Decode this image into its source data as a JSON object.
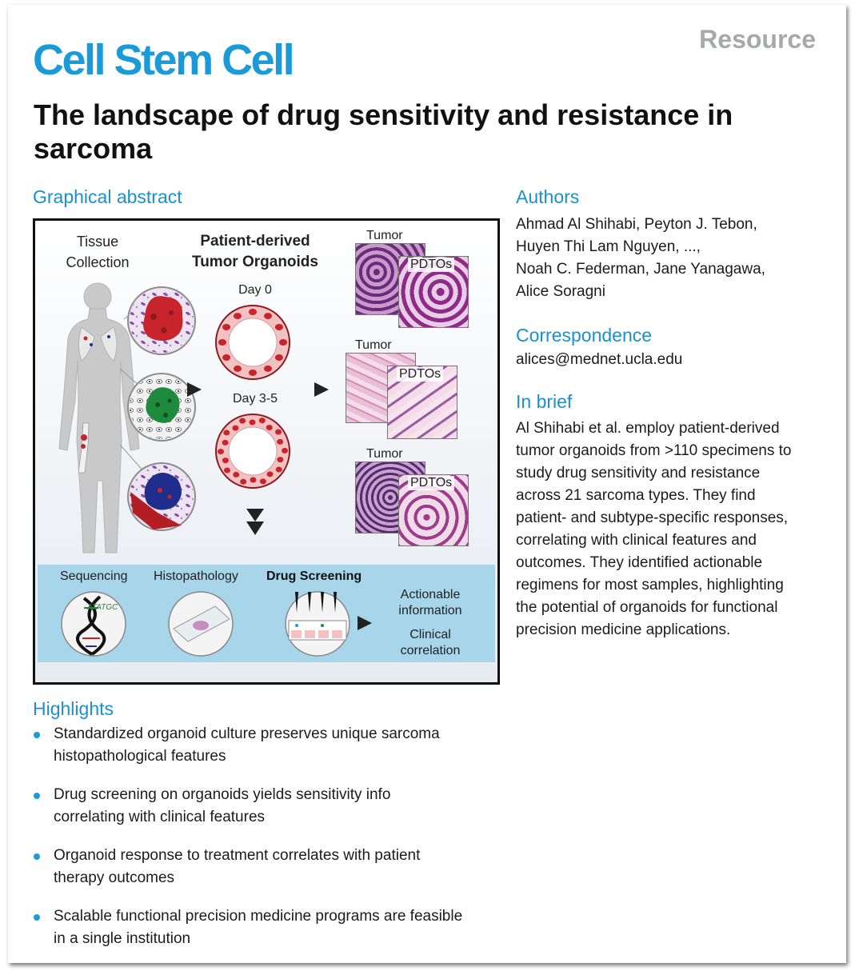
{
  "journal": "Cell Stem Cell",
  "article_type": "Resource",
  "title": "The landscape of drug sensitivity and resistance in sarcoma",
  "graphical_abstract": {
    "heading": "Graphical abstract",
    "tissue_line1": "Tissue",
    "tissue_line2": "Collection",
    "pdto_line1": "Patient-derived",
    "pdto_line2": "Tumor Organoids",
    "day0": "Day 0",
    "day35": "Day 3-5",
    "tumor": "Tumor",
    "pdtos": "PDTOs",
    "sequencing": "Sequencing",
    "histopathology": "Histopathology",
    "drug_screening": "Drug Screening",
    "dna_seq": "ATATGC",
    "actionable1": "Actionable",
    "actionable2": "information",
    "clinical1": "Clinical",
    "clinical2": "correlation"
  },
  "authors": {
    "heading": "Authors",
    "lines": [
      "Ahmad Al Shihabi, Peyton J. Tebon,",
      "Huyen Thi Lam Nguyen, ...,",
      "Noah C. Federman, Jane Yanagawa,",
      "Alice Soragni"
    ]
  },
  "correspondence": {
    "heading": "Correspondence",
    "email": "alices@mednet.ucla.edu"
  },
  "in_brief": {
    "heading": "In brief",
    "lines": [
      "Al Shihabi et al. employ patient-derived",
      "tumor organoids from >110 specimens to",
      "study drug sensitivity and resistance",
      "across 21 sarcoma types. They find",
      "patient- and subtype-specific responses,",
      "correlating with clinical features and",
      "outcomes. They identified actionable",
      "regimens for most samples, highlighting",
      "the potential of organoids for functional",
      "precision medicine applications."
    ]
  },
  "highlights": {
    "heading": "Highlights",
    "items": [
      {
        "line1": "Standardized organoid culture preserves unique sarcoma",
        "line2": "histopathological features"
      },
      {
        "line1": "Drug screening on organoids yields sensitivity info",
        "line2": "correlating with clinical features"
      },
      {
        "line1": "Organoid response to treatment correlates with patient",
        "line2": "therapy outcomes"
      },
      {
        "line1": "Scalable functional precision medicine programs are feasible",
        "line2": "in a single institution"
      }
    ]
  },
  "colors": {
    "brand_blue": "#1a9ad7",
    "resource_gray": "#a6a8ab",
    "strip_blue": "#a7d6ea",
    "tumor_red": "#c8242b",
    "tumor_green": "#1e8a3c",
    "tumor_blue": "#1f2e8c",
    "histo_purple": "#8e2b86"
  }
}
